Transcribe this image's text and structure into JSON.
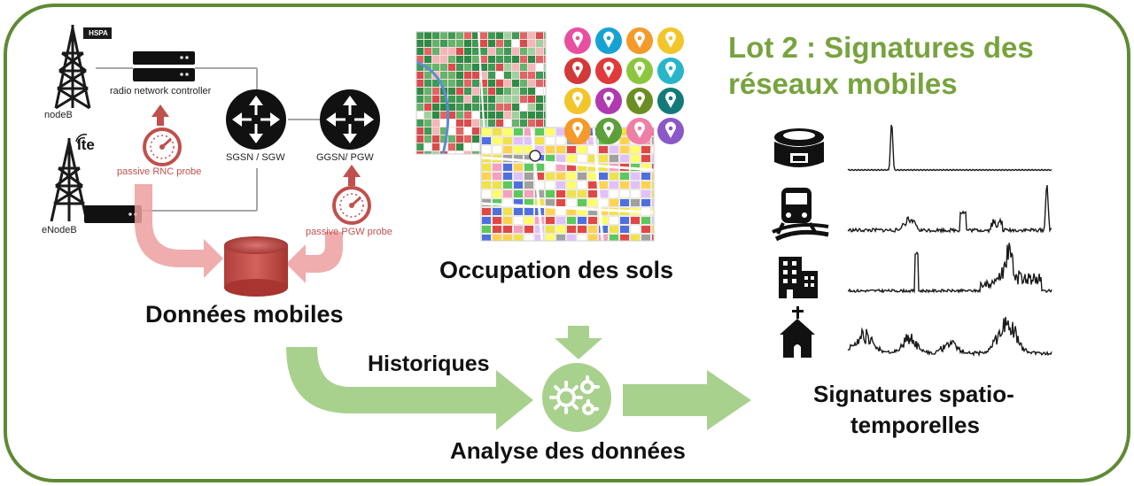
{
  "title": {
    "line1": "Lot 2 : Signatures des",
    "line2": "réseaux mobiles"
  },
  "network": {
    "nodeb": "nodeB",
    "enodeb": "eNodeB",
    "hspa_badge": "HSPA",
    "lte_badge": "lte",
    "rnc": "radio network controller",
    "sgsn": "SGSN / SGW",
    "ggsn": "GGSN/ PGW",
    "rnc_probe": "passive RNC probe",
    "pgw_probe": "passive PGW probe"
  },
  "labels": {
    "donnees": "Données mobiles",
    "occupation": "Occupation des sols",
    "historiques": "Historiques",
    "analyse": "Analyse des données",
    "signatures_line1": "Signatures spatio-",
    "signatures_line2": "temporelles"
  },
  "colors": {
    "frame": "#5e8a35",
    "arrow_green": "#a9d18e",
    "arrow_red": "#ec9f9f",
    "probe_red": "#c0504d",
    "title_green": "#77a33e"
  },
  "icons": {
    "pins": [
      "pin-icon",
      "pin-icon",
      "pin-icon",
      "pin-icon",
      "pin-icon",
      "pin-icon",
      "pin-icon",
      "pin-icon",
      "pin-icon",
      "pin-icon",
      "pin-icon",
      "pin-icon",
      "pin-icon",
      "pin-icon",
      "pin-icon",
      "pin-icon"
    ],
    "signature_rows": [
      "stadium-icon",
      "train-icon",
      "office-building-icon",
      "church-icon"
    ]
  }
}
